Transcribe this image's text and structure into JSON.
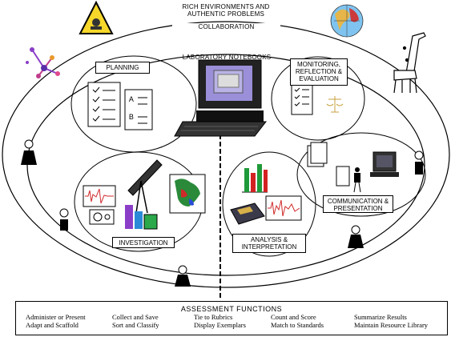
{
  "header": {
    "title_line1": "RICH ENVIRONMENTS AND",
    "title_line2": "AUTHENTIC PROBLEMS",
    "collaboration": "COLLABORATION"
  },
  "center": {
    "lab_notebooks": "LABORATORY NOTEBOOKS"
  },
  "bubbles": {
    "planning": "PLANNING",
    "monitoring_line1": "MONITORING,",
    "monitoring_line2": "REFLECTION &",
    "monitoring_line3": "EVALUATION",
    "communication_line1": "COMMUNICATION &",
    "communication_line2": "PRESENTATION",
    "investigation": "INVESTIGATION",
    "analysis_line1": "ANALYSIS &",
    "analysis_line2": "INTERPRETATION"
  },
  "checklist_marks": {
    "a": "A",
    "b": "B"
  },
  "assessment": {
    "title": "ASSESSMENT FUNCTIONS",
    "columns": [
      [
        "Administer or Present",
        "Adapt and Scaffold"
      ],
      [
        "Collect and Save",
        "Sort and Classify"
      ],
      [
        "Tie to Rubrics",
        "Display Exemplars"
      ],
      [
        "Count and Score",
        "Match to Standards"
      ],
      [
        "Summarize Results",
        "Maintain Resource Library"
      ]
    ]
  },
  "colors": {
    "line": "#000000",
    "bar_green": "#1f9a3a",
    "bar_red": "#d22222",
    "warning_yellow": "#f6d72a",
    "globe_blue": "#7fc4f0",
    "sprite_purple": "#8a3ec8"
  }
}
